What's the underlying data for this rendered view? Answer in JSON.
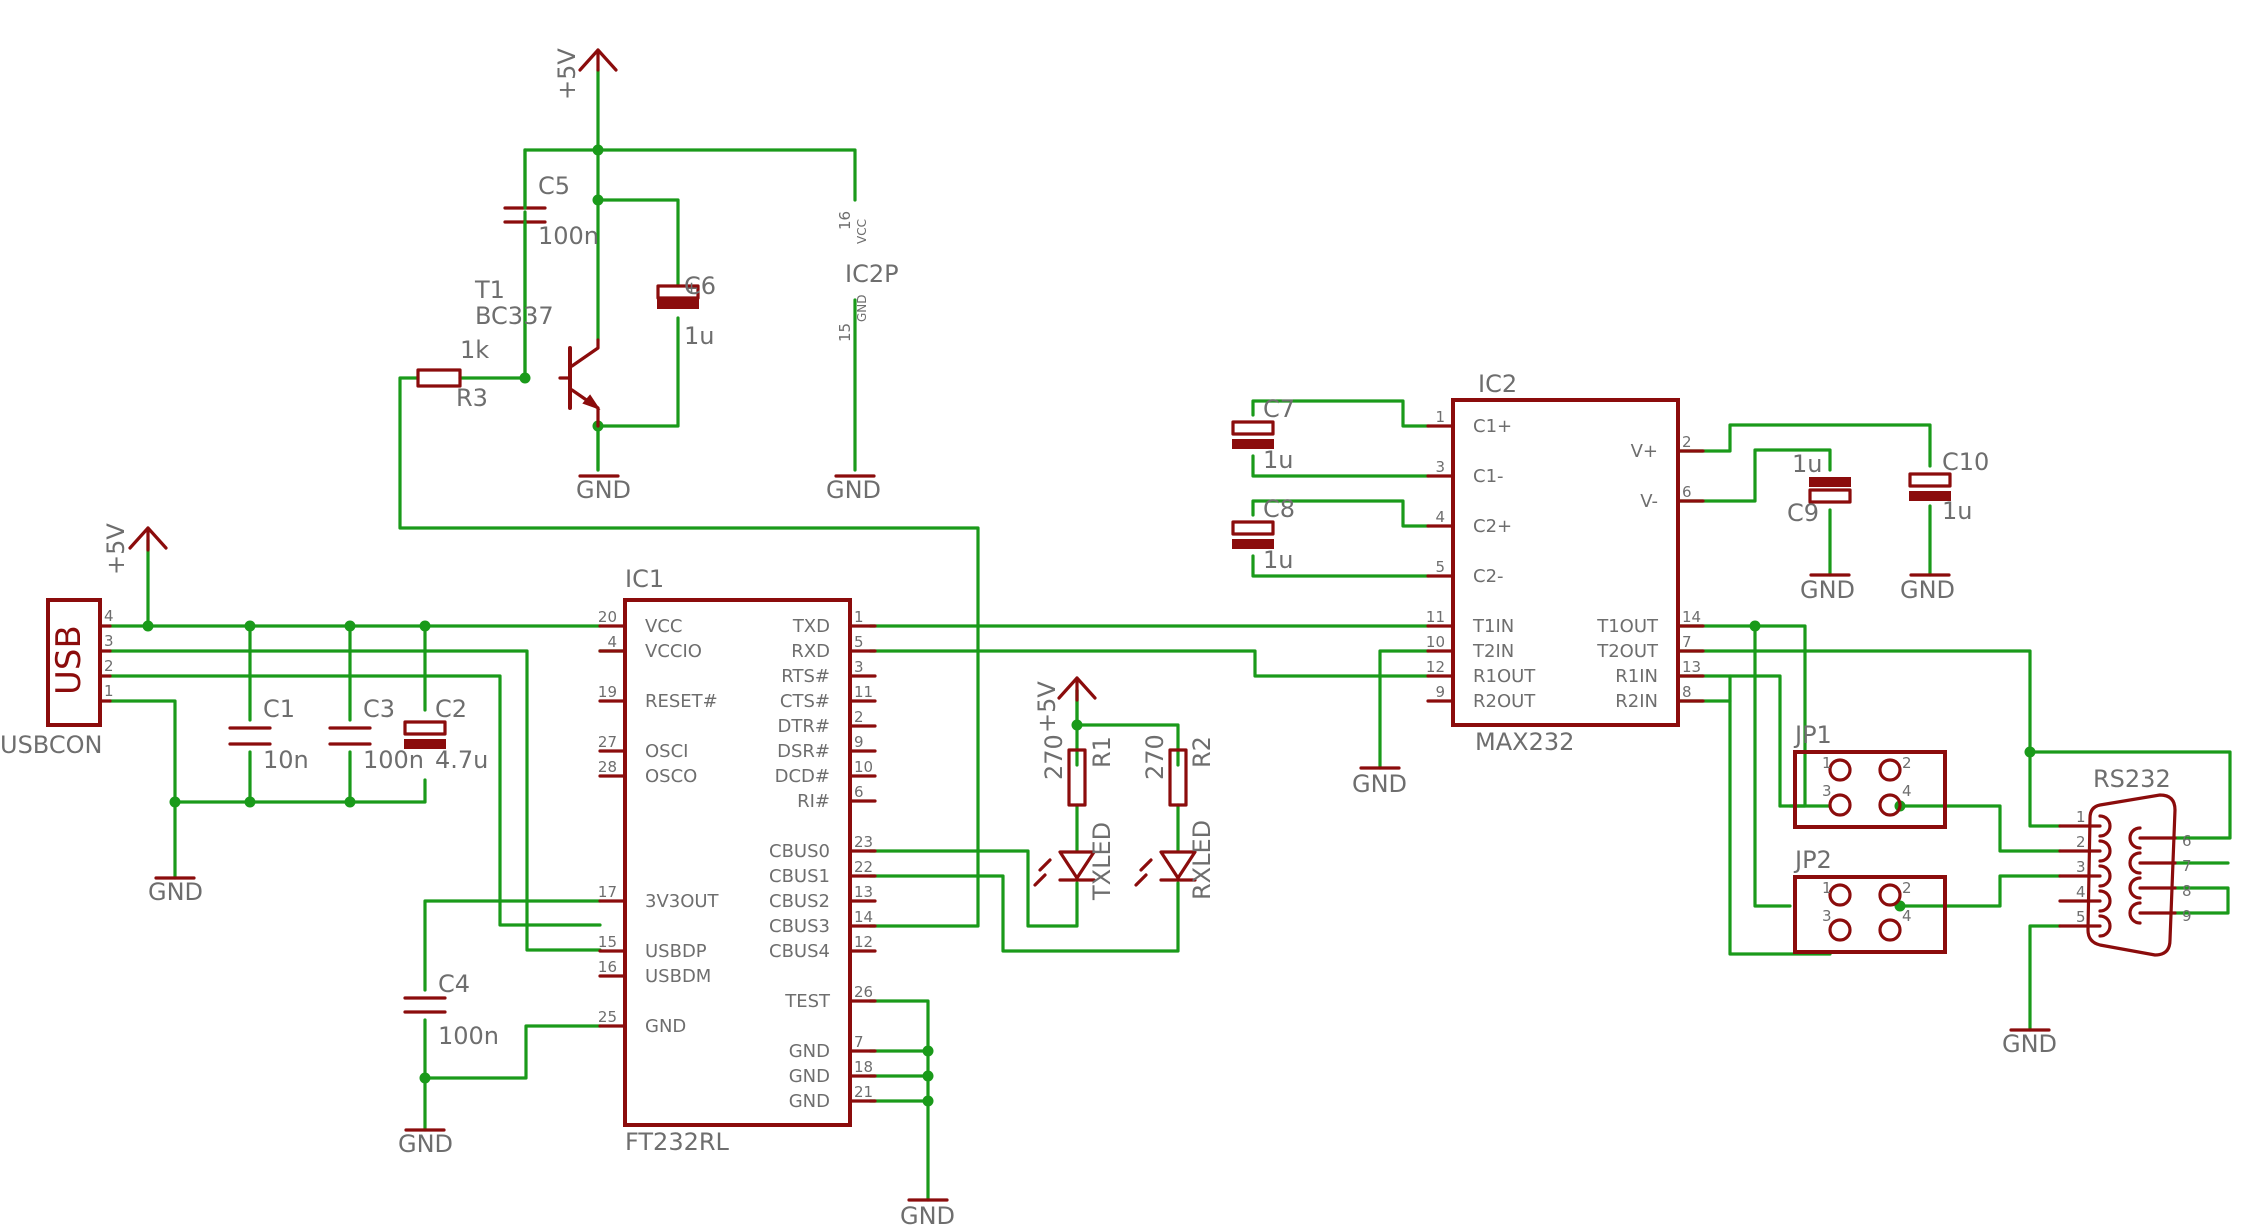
{
  "supply": {
    "p5v": "+5V",
    "gnd": "GND"
  },
  "usb": {
    "ref": "USB",
    "value": "USBCON",
    "pins": [
      "4",
      "3",
      "2",
      "1"
    ]
  },
  "caps": {
    "c1": {
      "ref": "C1",
      "value": "10n"
    },
    "c2": {
      "ref": "C2",
      "value": "4.7u"
    },
    "c3": {
      "ref": "C3",
      "value": "100n"
    },
    "c4": {
      "ref": "C4",
      "value": "100n"
    },
    "c5": {
      "ref": "C5",
      "value": "100n"
    },
    "c6": {
      "ref": "C6",
      "value": "1u"
    },
    "c7": {
      "ref": "C7",
      "value": "1u"
    },
    "c8": {
      "ref": "C8",
      "value": "1u"
    },
    "c9": {
      "ref": "C9",
      "value": "1u"
    },
    "c10": {
      "ref": "C10",
      "value": "1u"
    }
  },
  "resistors": {
    "r1": {
      "ref": "R1",
      "value": "270"
    },
    "r2": {
      "ref": "R2",
      "value": "270"
    },
    "r3": {
      "ref": "R3",
      "value": "1k"
    }
  },
  "leds": {
    "tx": "TXLED",
    "rx": "RXLED"
  },
  "t1": {
    "ref": "T1",
    "value": "BC337"
  },
  "ic2p": {
    "ref": "IC2P",
    "vcc": "VCC",
    "gnd": "GND",
    "pin_vcc": "16",
    "pin_gnd": "15"
  },
  "ic1": {
    "ref": "IC1",
    "value": "FT232RL",
    "left_pins": [
      {
        "num": "20",
        "name": "VCC"
      },
      {
        "num": "4",
        "name": "VCCIO"
      },
      {
        "num": "19",
        "name": "RESET#"
      },
      {
        "num": "27",
        "name": "OSCI"
      },
      {
        "num": "28",
        "name": "OSCO"
      },
      {
        "num": "17",
        "name": "3V3OUT"
      },
      {
        "num": "15",
        "name": "USBDP"
      },
      {
        "num": "16",
        "name": "USBDM"
      },
      {
        "num": "25",
        "name": "GND"
      }
    ],
    "right_pins": [
      {
        "num": "1",
        "name": "TXD"
      },
      {
        "num": "5",
        "name": "RXD"
      },
      {
        "num": "3",
        "name": "RTS#"
      },
      {
        "num": "11",
        "name": "CTS#"
      },
      {
        "num": "2",
        "name": "DTR#"
      },
      {
        "num": "9",
        "name": "DSR#"
      },
      {
        "num": "10",
        "name": "DCD#"
      },
      {
        "num": "6",
        "name": "RI#"
      },
      {
        "num": "23",
        "name": "CBUS0"
      },
      {
        "num": "22",
        "name": "CBUS1"
      },
      {
        "num": "13",
        "name": "CBUS2"
      },
      {
        "num": "14",
        "name": "CBUS3"
      },
      {
        "num": "12",
        "name": "CBUS4"
      },
      {
        "num": "26",
        "name": "TEST"
      },
      {
        "num": "7",
        "name": "GND"
      },
      {
        "num": "18",
        "name": "GND"
      },
      {
        "num": "21",
        "name": "GND"
      }
    ]
  },
  "ic2": {
    "ref": "IC2",
    "value": "MAX232",
    "left_pins": [
      {
        "num": "1",
        "name": "C1+"
      },
      {
        "num": "3",
        "name": "C1-"
      },
      {
        "num": "4",
        "name": "C2+"
      },
      {
        "num": "5",
        "name": "C2-"
      },
      {
        "num": "11",
        "name": "T1IN"
      },
      {
        "num": "10",
        "name": "T2IN"
      },
      {
        "num": "12",
        "name": "R1OUT"
      },
      {
        "num": "9",
        "name": "R2OUT"
      }
    ],
    "right_pins": [
      {
        "num": "2",
        "name": "V+"
      },
      {
        "num": "6",
        "name": "V-"
      },
      {
        "num": "14",
        "name": "T1OUT"
      },
      {
        "num": "7",
        "name": "T2OUT"
      },
      {
        "num": "13",
        "name": "R1IN"
      },
      {
        "num": "8",
        "name": "R2IN"
      }
    ]
  },
  "jp1": {
    "ref": "JP1",
    "pins": [
      "1",
      "2",
      "3",
      "4"
    ]
  },
  "jp2": {
    "ref": "JP2",
    "pins": [
      "1",
      "2",
      "3",
      "4"
    ]
  },
  "rs232": {
    "ref": "RS232",
    "left_pins": [
      "1",
      "2",
      "3",
      "4",
      "5"
    ],
    "right_pins": [
      "6",
      "7",
      "8",
      "9"
    ]
  },
  "colors": {
    "wire": "#1a9a1a",
    "part": "#8b0c0c",
    "text": "#6e6e6e",
    "background": "#ffffff"
  }
}
